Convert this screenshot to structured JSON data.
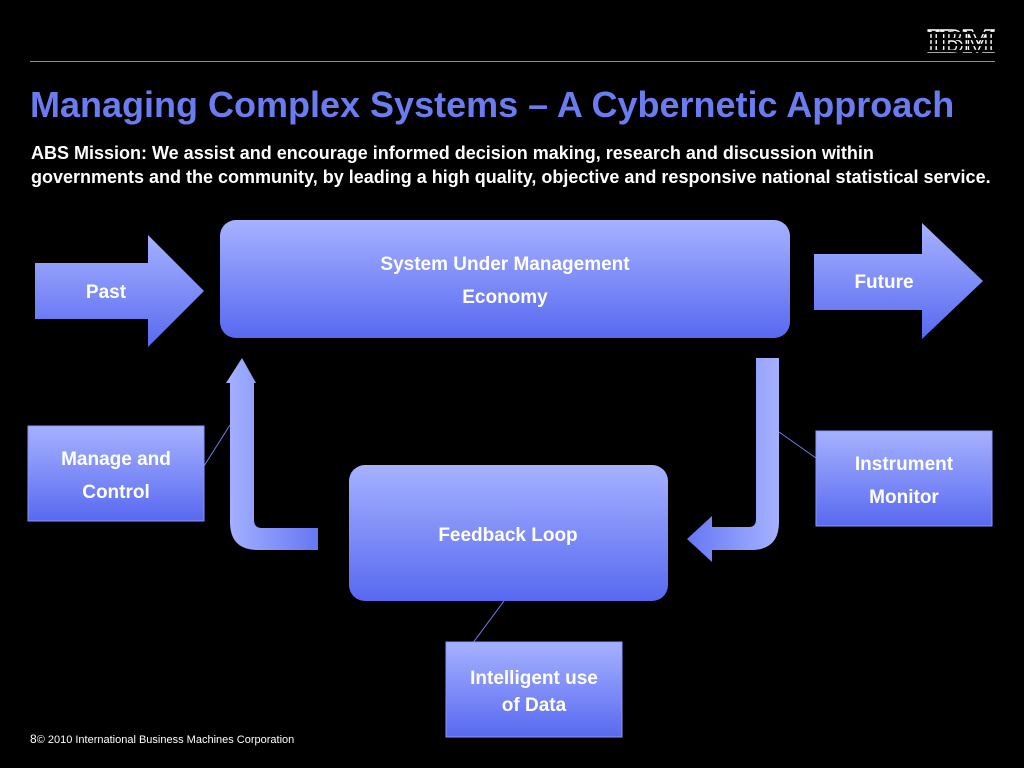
{
  "slide": {
    "logo_text": "IBM",
    "title": "Managing Complex Systems – A Cybernetic Approach",
    "mission": "ABS Mission: We assist and encourage informed decision making, research and discussion within governments and the community, by leading a high quality, objective and responsive national statistical service.",
    "page_number": "8",
    "footer": "© 2010 International Business Machines Corporation"
  },
  "diagram": {
    "past_arrow": "Past",
    "future_arrow": "Future",
    "system_box": [
      "System Under Management",
      "Economy"
    ],
    "feedback_box": "Feedback Loop",
    "manage_box": [
      "Manage and",
      "Control"
    ],
    "instrument_box": [
      "Instrument",
      "Monitor"
    ],
    "data_box": [
      "Intelligent use",
      "of Data"
    ]
  },
  "colors": {
    "background": "#000000",
    "title": "#6b7bf0",
    "shape_light": "#a6b2ff",
    "shape_dark": "#5869f0"
  }
}
